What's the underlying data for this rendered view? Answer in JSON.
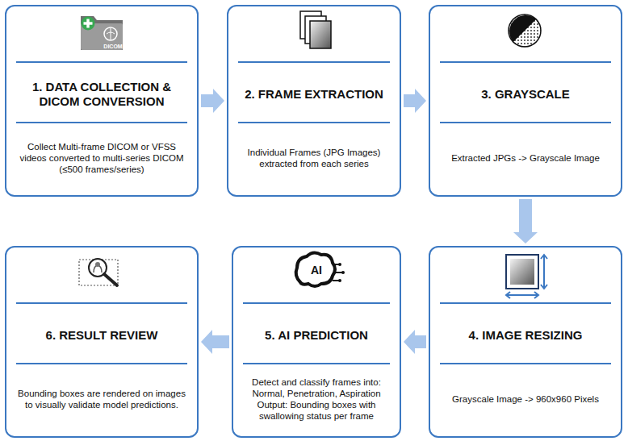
{
  "diagram": {
    "nodes": [
      {
        "text": [
          "1. DATA COLLECTION & DICOM CONVERSION",
          "Collect Multi-frame DICOM or VFSS videos converted to multi-series DICOM (≤500 frames/series)"
        ]
      },
      {
        "text": [
          "2. FRAME EXTRACTION",
          "Individual Frames (JPG Images) extracted from each series"
        ]
      },
      {
        "text": [
          "3. GRAYSCALE",
          "Extracted JPGs -> Grayscale Image"
        ]
      },
      {
        "text": [
          "4. IMAGE RESIZING",
          "Grayscale Image -> 960x960 Pixels"
        ]
      },
      {
        "text": [
          "5. AI PREDICTION",
          "Detect and classify frames into: Normal, Penetration, Aspiration Output: Bounding boxes with swallowing status per frame"
        ]
      },
      {
        "text": [
          "6. RESULT REVIEW",
          "Bounding boxes are rendered on images to visually validate model predictions."
        ]
      }
    ],
    "edges": [
      {
        "from": 0,
        "to": 1,
        "arrow": "to"
      },
      {
        "from": 1,
        "to": 2,
        "arrow": "to"
      },
      {
        "from": 2,
        "to": 3,
        "arrow": "to"
      },
      {
        "from": 3,
        "to": 4,
        "arrow": "to"
      },
      {
        "from": 4,
        "to": 5,
        "arrow": "to"
      }
    ],
    "labels": [
      "DICOM",
      "AI"
    ]
  }
}
